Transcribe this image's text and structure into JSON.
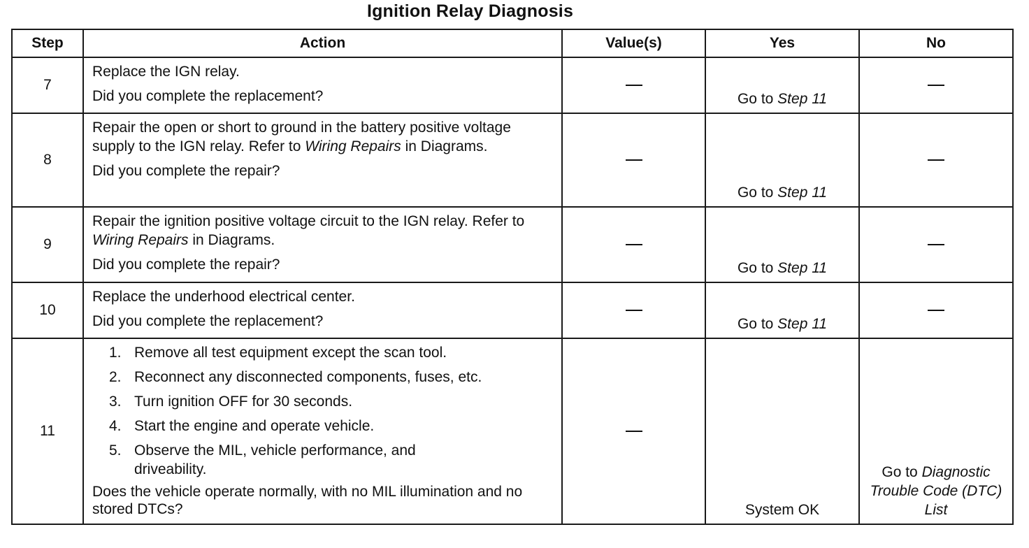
{
  "title": "Ignition Relay Diagnosis",
  "headers": {
    "step": "Step",
    "action": "Action",
    "values": "Value(s)",
    "yes": "Yes",
    "no": "No"
  },
  "dash": "—",
  "rows": [
    {
      "step": "7",
      "action_1": "Replace the IGN relay.",
      "question": "Did you complete the replacement?",
      "yes_prefix": "Go to ",
      "yes_link": "Step 11"
    },
    {
      "step": "8",
      "action_1a": "Repair the open or short to ground in the battery positive voltage supply to the IGN relay. Refer to ",
      "action_1b": "Wiring Repairs",
      "action_1c": " in Diagrams.",
      "question": "Did you complete the repair?",
      "yes_prefix": "Go to ",
      "yes_link": "Step 11"
    },
    {
      "step": "9",
      "action_1a": "Repair the ignition positive voltage circuit to the IGN relay. Refer to ",
      "action_1b": "Wiring Repairs",
      "action_1c": " in Diagrams.",
      "question": "Did you complete the repair?",
      "yes_prefix": "Go to ",
      "yes_link": "Step 11"
    },
    {
      "step": "10",
      "action_1": "Replace the underhood electrical center.",
      "question": "Did you complete the replacement?",
      "yes_prefix": "Go to ",
      "yes_link": "Step 11"
    },
    {
      "step": "11",
      "list": [
        {
          "n": "1.",
          "text": "Remove all test equipment except the scan tool."
        },
        {
          "n": "2.",
          "text": "Reconnect any disconnected components, fuses, etc."
        },
        {
          "n": "3.",
          "text": "Turn ignition OFF for 30 seconds."
        },
        {
          "n": "4.",
          "text": "Start the engine and operate vehicle."
        },
        {
          "n": "5.",
          "text": "Observe the MIL, vehicle performance, and driveability."
        }
      ],
      "question": "Does the vehicle operate normally, with no MIL illumination and no stored DTCs?",
      "yes": "System OK",
      "no_prefix": "Go to ",
      "no_link": "Diagnostic Trouble Code (DTC) List"
    }
  ]
}
